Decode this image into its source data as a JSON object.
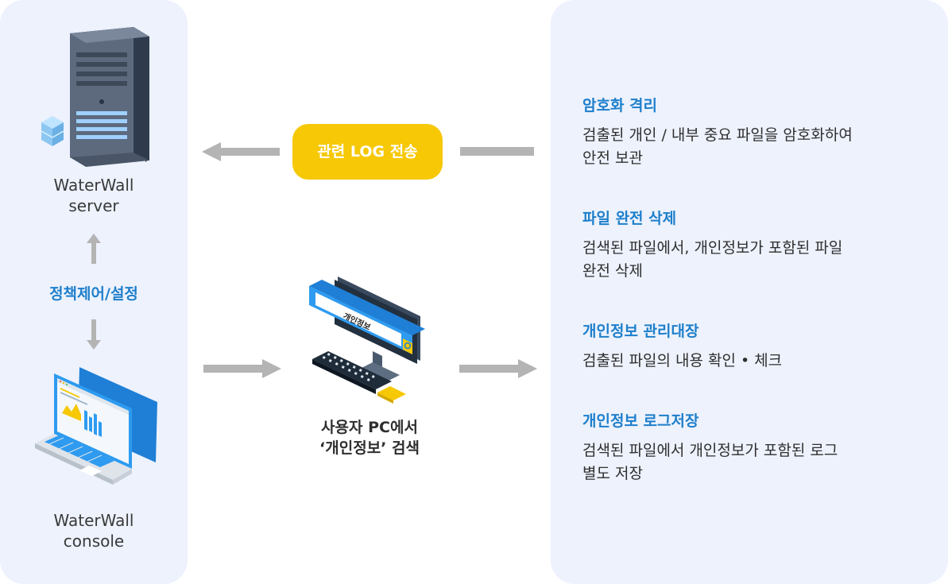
{
  "server": {
    "label_line1": "WaterWall",
    "label_line2": "server"
  },
  "console": {
    "label_line1": "WaterWall",
    "label_line2": "console"
  },
  "policy_label": "정책제어/설정",
  "log_pill": "관련 LOG 전송",
  "user_pc": {
    "label_line1": "사용자 PC에서",
    "label_line2": "‘개인정보’ 검색",
    "search_text": "개인정보"
  },
  "features": [
    {
      "title": "암호화 격리",
      "desc_line1": "검출된 개인 / 내부 중요 파일을 암호화하여",
      "desc_line2": "안전 보관"
    },
    {
      "title": "파일 완전 삭제",
      "desc_line1": "검색된 파일에서, 개인정보가 포함된 파일",
      "desc_line2": "완전 삭제"
    },
    {
      "title": "개인정보 관리대장",
      "desc_line1": "검출된 파일의 내용 확인 • 체크",
      "desc_line2": ""
    },
    {
      "title": "개인정보 로그저장",
      "desc_line1": "검색된 파일에서 개인정보가 포함된 로그",
      "desc_line2": "별도 저장"
    }
  ],
  "colors": {
    "panel": "#edf2fd",
    "accent_blue": "#1e7fcb",
    "pill_yellow": "#f6c805",
    "arrow_gray": "#b4b4b4"
  }
}
